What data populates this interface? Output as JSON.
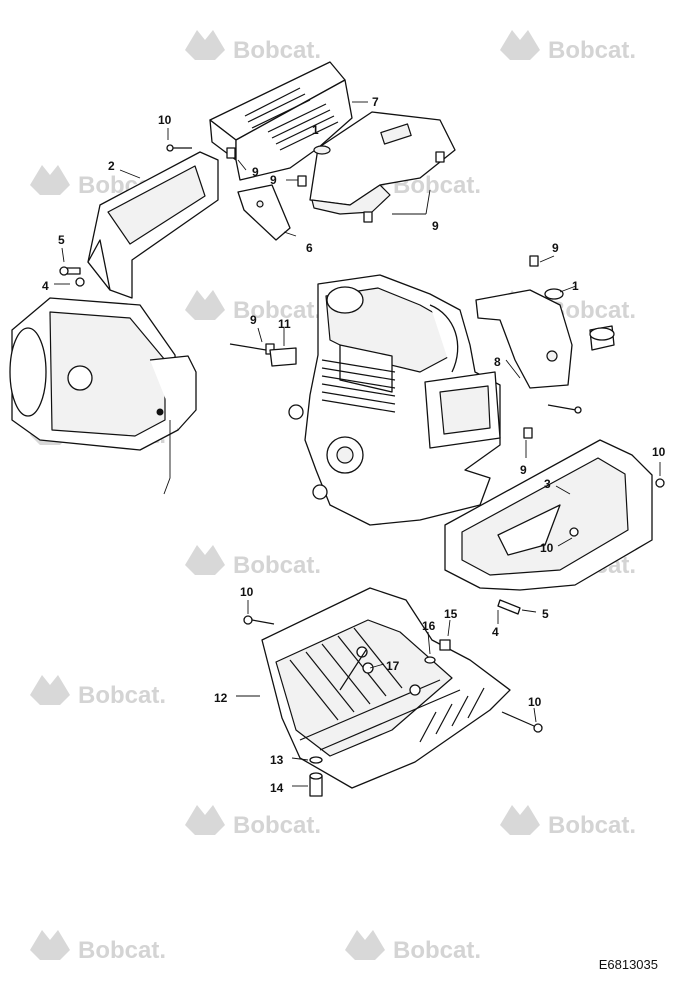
{
  "watermark": {
    "brand": "Bobcat."
  },
  "drawing_number": "E6813035",
  "callouts": {
    "c1_top": "1",
    "c1_right": "1",
    "c2": "2",
    "c3": "3",
    "c4_left": "4",
    "c4_bottom": "4",
    "c5_left": "5",
    "c5_right": "5",
    "c6": "6",
    "c7": "7",
    "c8": "8",
    "c9_a": "9",
    "c9_b": "9",
    "c9_c": "9",
    "c9_d": "9",
    "c9_e": "9",
    "c9_f": "9",
    "c10_top": "10",
    "c10_right": "10",
    "c10_mid": "10",
    "c10_lower": "10",
    "c10_bottom": "10",
    "c11": "11",
    "c12": "12",
    "c13": "13",
    "c14": "14",
    "c15": "15",
    "c16": "16",
    "c17": "17"
  },
  "icons": {
    "watermark_logo": "bobcat-logo-icon"
  }
}
